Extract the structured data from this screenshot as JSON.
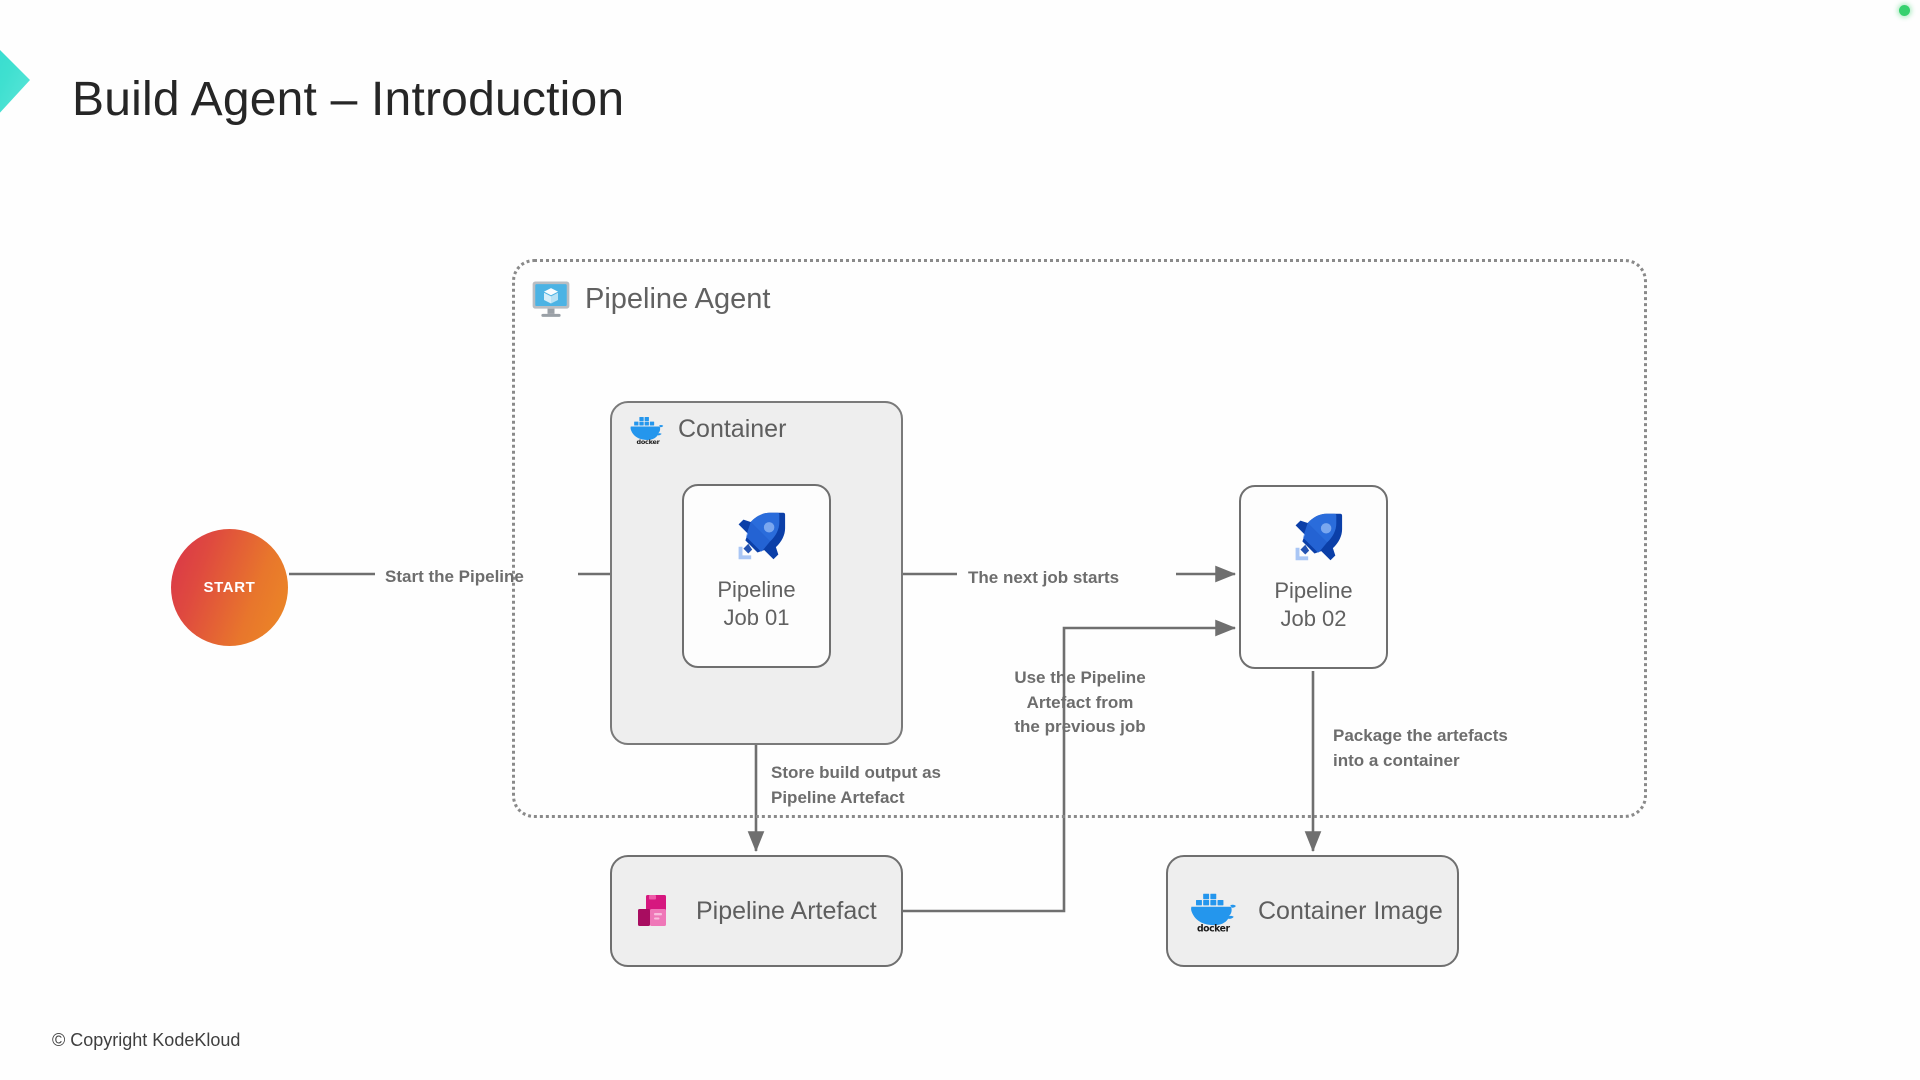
{
  "slide": {
    "title": "Build Agent – Introduction",
    "footer": "© Copyright KodeKloud",
    "status_dot_color": "#36d16e",
    "background": "#fefefe",
    "accent_chevron_colors": [
      "#2ad4d4",
      "#3fe0d0",
      "#5ce0d8"
    ]
  },
  "diagram": {
    "type": "flowchart",
    "agent": {
      "label": "Pipeline Agent",
      "icon": "monitor-cube-icon",
      "border_style": "dotted",
      "border_color": "#8a8a8a"
    },
    "container": {
      "label": "Container",
      "icon": "docker-icon",
      "fill": "#eeeeee",
      "border_color": "#7a7a7a"
    },
    "start": {
      "label": "START",
      "gradient_from": "#d9344a",
      "gradient_to": "#ec8a25"
    },
    "nodes": [
      {
        "id": "job01",
        "label": "Pipeline\nJob 01",
        "icon": "azure-pipelines-rocket-icon",
        "fill": "#fdfdfd",
        "border_color": "#6f6f6f"
      },
      {
        "id": "job02",
        "label": "Pipeline\nJob 02",
        "icon": "azure-pipelines-rocket-icon",
        "fill": "#fdfdfd",
        "border_color": "#6f6f6f"
      },
      {
        "id": "artefact",
        "label": "Pipeline Artefact",
        "icon": "azure-artifacts-boxes-icon",
        "fill": "#eeeeee",
        "border_color": "#6f6f6f"
      },
      {
        "id": "image",
        "label": "Container Image",
        "icon": "docker-icon",
        "fill": "#eeeeee",
        "border_color": "#6f6f6f"
      }
    ],
    "edges": [
      {
        "id": "e1",
        "from": "start",
        "to": "job01",
        "label": "Start the Pipeline"
      },
      {
        "id": "e2",
        "from": "job01",
        "to": "job02",
        "label": "The next job starts"
      },
      {
        "id": "e3",
        "from": "job01",
        "to": "artefact",
        "label": "Store build output as\nPipeline Artefact"
      },
      {
        "id": "e4",
        "from": "artefact",
        "to": "job02",
        "label": "Use the Pipeline\nArtefact from\nthe previous job"
      },
      {
        "id": "e5",
        "from": "job02",
        "to": "image",
        "label": "Package the artefacts\ninto a container"
      }
    ],
    "edge_color": "#6f6f6f",
    "label_color": "#6d6d6d"
  }
}
